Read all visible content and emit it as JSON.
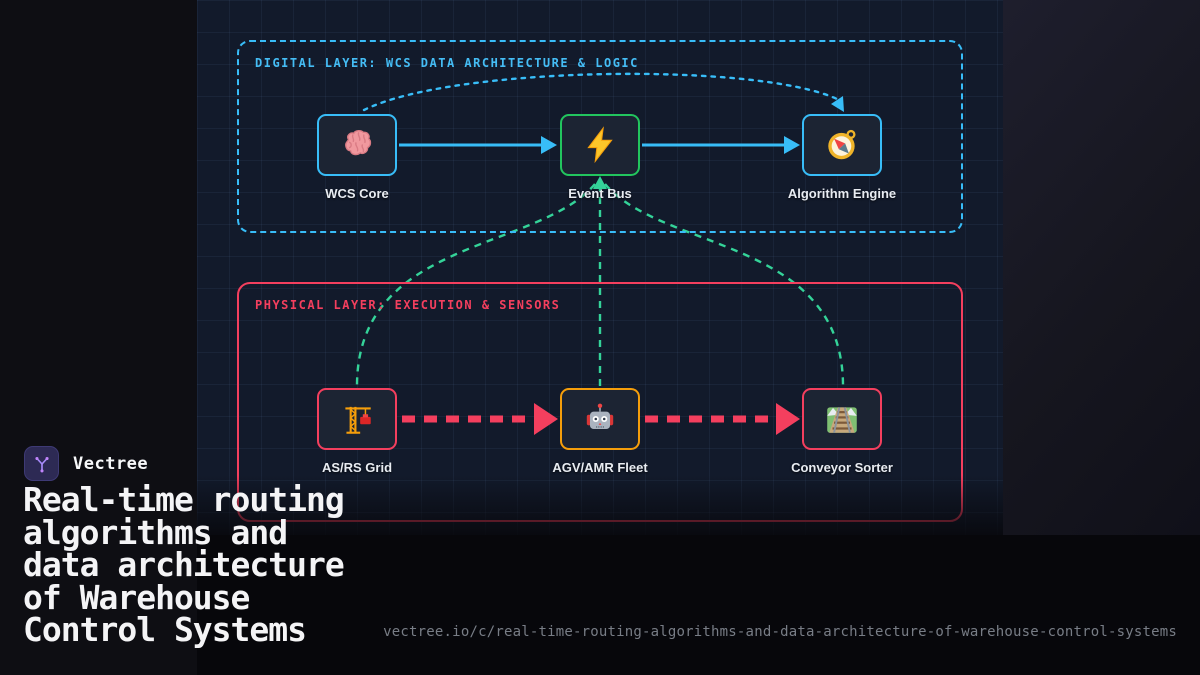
{
  "brand": {
    "name": "Vectree",
    "logo_icon": "vectree-logo-icon",
    "logo_color": "#a78bfa"
  },
  "title": {
    "full": "Real-time routing algorithms and data architecture of Warehouse Control Systems",
    "lines": [
      "Real-time routing",
      "algorithms and",
      "data architecture",
      "of Warehouse",
      "Control Systems"
    ]
  },
  "url": "vectree.io/c/real-time-routing-algorithms-and-data-architecture-of-warehouse-control-systems",
  "diagram": {
    "layers": [
      {
        "id": "digital",
        "title": "DIGITAL LAYER: WCS DATA ARCHITECTURE & LOGIC",
        "border_color": "#38bdf8",
        "border_style": "dashed"
      },
      {
        "id": "physical",
        "title": "PHYSICAL LAYER: EXECUTION & SENSORS",
        "border_color": "#f43f5e",
        "border_style": "solid"
      }
    ],
    "nodes": [
      {
        "id": "wcs-core",
        "label": "WCS Core",
        "icon": "brain-icon",
        "border_color": "#38bdf8",
        "layer": "digital"
      },
      {
        "id": "event-bus",
        "label": "Event Bus",
        "icon": "lightning-icon",
        "border_color": "#22c55e",
        "layer": "digital"
      },
      {
        "id": "algorithm-engine",
        "label": "Algorithm Engine",
        "icon": "compass-icon",
        "border_color": "#38bdf8",
        "layer": "digital"
      },
      {
        "id": "asrs-grid",
        "label": "AS/RS Grid",
        "icon": "crane-icon",
        "border_color": "#f43f5e",
        "layer": "physical"
      },
      {
        "id": "agv-amr-fleet",
        "label": "AGV/AMR Fleet",
        "icon": "robot-icon",
        "border_color": "#f59e0b",
        "layer": "physical"
      },
      {
        "id": "conveyor-sorter",
        "label": "Conveyor Sorter",
        "icon": "railway-icon",
        "border_color": "#f43f5e",
        "layer": "physical"
      }
    ],
    "edges": [
      {
        "from": "wcs-core",
        "to": "event-bus",
        "style": "solid-arrow",
        "color": "#38bdf8"
      },
      {
        "from": "event-bus",
        "to": "algorithm-engine",
        "style": "solid-arrow",
        "color": "#38bdf8"
      },
      {
        "from": "wcs-core",
        "to": "algorithm-engine",
        "style": "dotted-curve-arrow",
        "color": "#38bdf8"
      },
      {
        "from": "event-bus",
        "to": "asrs-grid",
        "style": "dashed-curve",
        "color": "#34d399"
      },
      {
        "from": "event-bus",
        "to": "agv-amr-fleet",
        "style": "dashed-line",
        "color": "#34d399"
      },
      {
        "from": "event-bus",
        "to": "conveyor-sorter",
        "style": "dashed-curve",
        "color": "#34d399"
      },
      {
        "from": "asrs-grid",
        "to": "agv-amr-fleet",
        "style": "thick-dashed-arrow",
        "color": "#f43f5e"
      },
      {
        "from": "agv-amr-fleet",
        "to": "conveyor-sorter",
        "style": "thick-dashed-arrow",
        "color": "#f43f5e"
      }
    ],
    "colors": {
      "canvas_bg": "#121a2b",
      "cyan": "#38bdf8",
      "green": "#34d399",
      "pink": "#f43f5e",
      "amber": "#f59e0b"
    }
  }
}
